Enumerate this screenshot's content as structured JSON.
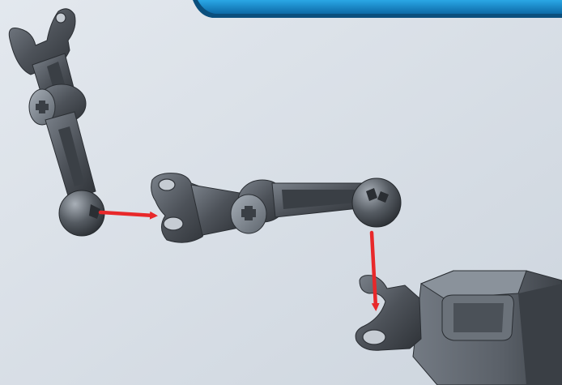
{
  "scene": {
    "type": "assembly-instruction",
    "background_color": "#d6dde5",
    "banner_color": "#1a8fd0",
    "part_color": "#4d5259",
    "arrow_color": "#e8282a",
    "parts": [
      {
        "name": "ball-joint-arm-part"
      },
      {
        "name": "socket-arm-part"
      },
      {
        "name": "torso-body-part"
      }
    ],
    "steps": [
      {
        "from": "ball-joint-arm-part",
        "to": "socket-arm-part"
      },
      {
        "from": "socket-arm-part",
        "to": "torso-body-part"
      }
    ]
  }
}
